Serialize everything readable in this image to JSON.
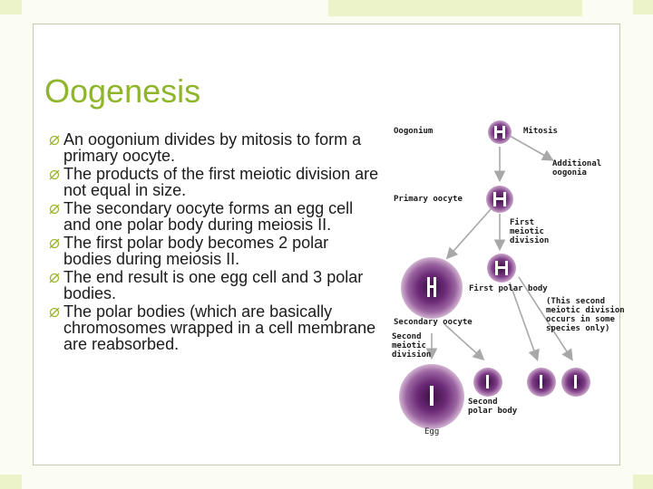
{
  "slide": {
    "title": "Oogenesis",
    "bullets": [
      "An oogonium divides by mitosis to form a primary oocyte.",
      "The products of the first meiotic division are not equal in size.",
      "The secondary oocyte forms an egg cell and one polar body during meiosis II.",
      "The first polar body becomes 2 polar bodies during meiosis II.",
      "The end result is one egg cell and 3 polar bodies.",
      "The polar bodies (which are basically chromosomes wrapped in a cell membrane are reabsorbed."
    ]
  },
  "diagram": {
    "labels": {
      "oogonium": "Oogonium",
      "mitosis": "Mitosis",
      "additional_oogonia": "Additional\noogonia",
      "primary_oocyte": "Primary oocyte",
      "first_meiotic_division": "First\nmeiotic\ndivision",
      "first_polar_body": "First polar body",
      "second_meiotic_note": "(This second\nmeiotic division\noccurs in some\nspecies only)",
      "secondary_oocyte": "Secondary oocyte",
      "second_meiotic_division": "Second\nmeiotic\ndivision",
      "second_polar_body": "Second\npolar body",
      "egg": "Egg"
    }
  },
  "colors": {
    "title": "#8fb52b",
    "bullet_marker": "#9bb52f",
    "cell_purple": "#6b2a76",
    "cell_pink": "#c9a3c8",
    "arrow": "#a8a8a8"
  }
}
